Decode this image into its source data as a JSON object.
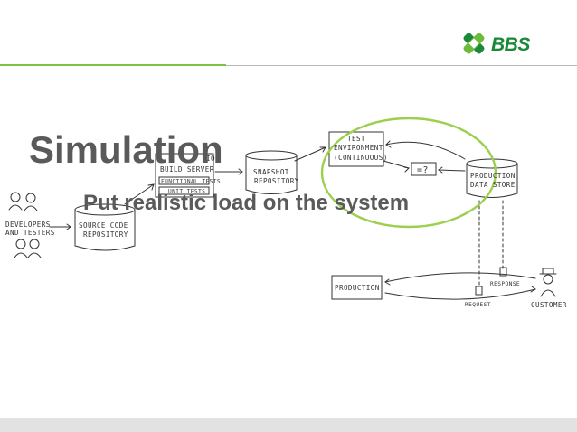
{
  "slide": {
    "title": "Simulation",
    "bullet": "Put realistic load on the system"
  },
  "logo": {
    "text": "BBS",
    "icon": "bbs-logo-icon",
    "brand_color": "#1a8a3a"
  },
  "colors": {
    "accent_line": "#7cc243",
    "highlight_circle": "#9ccf4e",
    "text": "#5a5a5a"
  },
  "diagram": {
    "developers_label_1": "DEVELOPERS",
    "developers_label_2": "AND TESTERS",
    "source_repo_1": "SOURCE CODE",
    "source_repo_2": "REPOSITORY",
    "build_server_1": "BUILD SERVER",
    "build_server_top": "ION",
    "functional_tests": "FUNCTIONAL TESTS",
    "unit_tests": "UNIT TESTS",
    "snapshot_repo_1": "SNAPSHOT",
    "snapshot_repo_2": "REPOSITORY",
    "test_env_1": "TEST",
    "test_env_2": "ENVIRONMENT",
    "test_env_3": "(CONTINUOUS)",
    "compare": "=?",
    "prod_store_1": "PRODUCTION",
    "prod_store_2": "DATA STORE",
    "production": "PRODUCTION",
    "response": "RESPONSE",
    "request": "REQUEST",
    "customer": "CUSTOMER"
  }
}
